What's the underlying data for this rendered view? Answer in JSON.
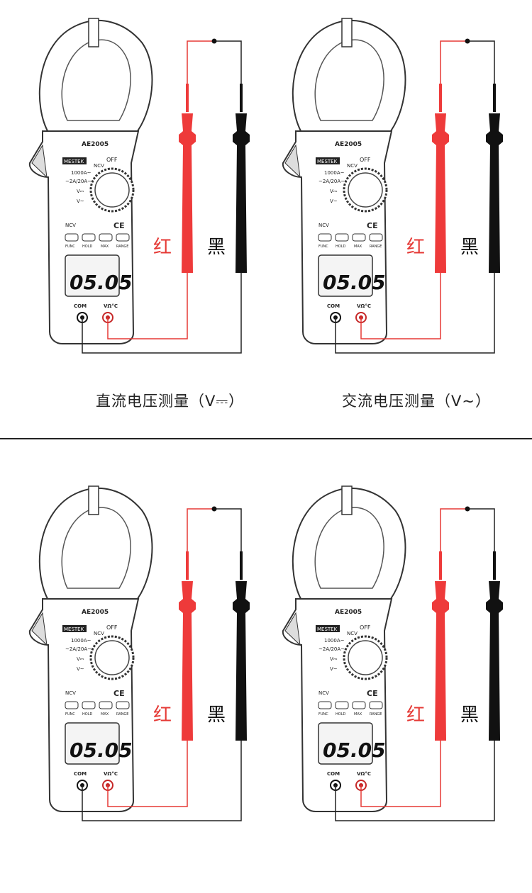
{
  "meter": {
    "model": "AE2005",
    "brand": "MESTEK",
    "display_reading": "05.05",
    "off_label": "OFF",
    "ncv_label": "NCV",
    "range_1000a": "1000A~",
    "range_2a_20a": "~2A/20A~",
    "v_dc": "V⎓",
    "v_ac": "V~",
    "ce_mark": "CE",
    "buttons": [
      "FUNC",
      "HOLD",
      "MAX",
      "RANGE"
    ],
    "com_label": "COM",
    "vohm_label": "VΩ°C"
  },
  "leads": {
    "red_label": "红",
    "black_label": "黑"
  },
  "captions": {
    "dc_voltage": "直流电压测量（V⎓）",
    "ac_voltage": "交流电压测量（V~）"
  },
  "colors": {
    "red_lead": "#ee3a3a",
    "black_lead": "#111111",
    "wire_red": "#e53935",
    "wire_black": "#222222"
  }
}
